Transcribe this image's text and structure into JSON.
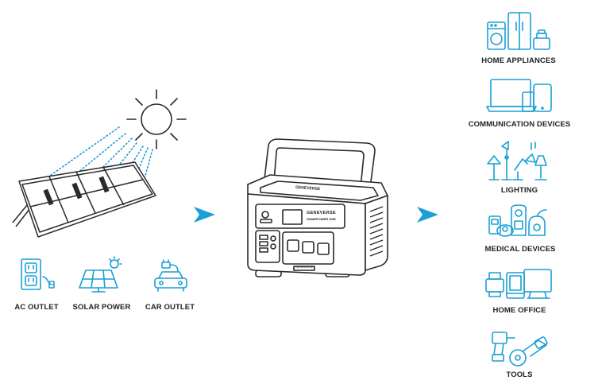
{
  "sources": [
    {
      "label": "AC OUTLET",
      "icon": "ac-outlet-icon"
    },
    {
      "label": "SOLAR POWER",
      "icon": "solar-panel-icon"
    },
    {
      "label": "CAR OUTLET",
      "icon": "car-charger-icon"
    }
  ],
  "station": {
    "brand": "GENEVERSE",
    "model": "HOMEPOWER ONE",
    "top_mark": "GENEVERSE",
    "front_mark": "GENEVERSE"
  },
  "outputs": [
    {
      "label": "HOME APPLIANCES",
      "icon": "home-appliances-icon"
    },
    {
      "label": "COMMUNICATION DEVICES",
      "icon": "communication-devices-icon"
    },
    {
      "label": "LIGHTING",
      "icon": "lighting-icon"
    },
    {
      "label": "MEDICAL DEVICES",
      "icon": "medical-devices-icon"
    },
    {
      "label": "HOME OFFICE",
      "icon": "home-office-icon"
    },
    {
      "label": "TOOLS",
      "icon": "tools-icon"
    }
  ],
  "colors": {
    "accent": "#1a9fd6",
    "line": "#2a2a2a",
    "arrow": "#1a9fd6"
  }
}
